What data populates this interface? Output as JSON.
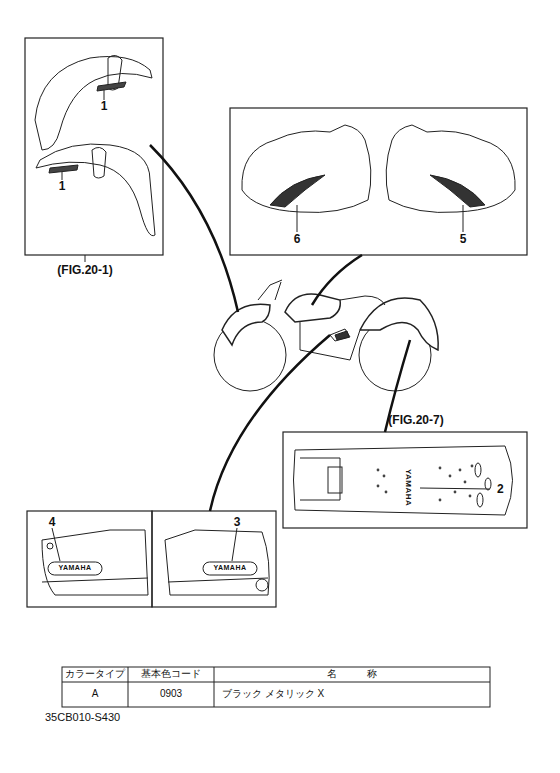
{
  "diagram": {
    "labels": [
      "1",
      "1",
      "(FIG.20-1)",
      "6",
      "5",
      "(FIG.20-7)",
      "YAMAHA",
      "2",
      "4",
      "YAMAHA",
      "3",
      "YAMAHA",
      "カラータイプ",
      "基本色コード",
      "名　　　称",
      "A",
      "0903",
      "ブラック メタリック X",
      "35CB010-S430"
    ]
  }
}
